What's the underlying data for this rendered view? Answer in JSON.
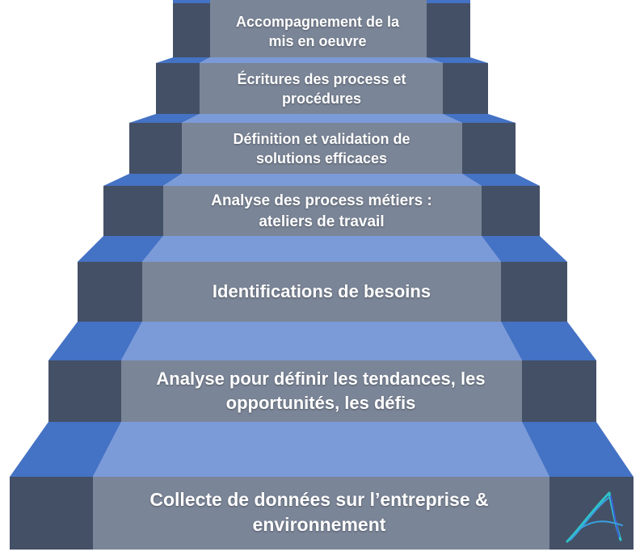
{
  "steps": [
    {
      "line1": "Collecte de données sur l’entreprise &",
      "line2": "environnement"
    },
    {
      "line1": "Analyse pour définir les tendances, les",
      "line2": "opportunités, les défis"
    },
    {
      "line1": "Identifications de besoins",
      "line2": ""
    },
    {
      "line1": "Analyse des process métiers :",
      "line2": "ateliers de travail"
    },
    {
      "line1": "Définition et validation de",
      "line2": "solutions efficaces"
    },
    {
      "line1": "Écritures des process et",
      "line2": "procédures"
    },
    {
      "line1": "Accompagnement de la",
      "line2": "mis en oeuvre"
    }
  ],
  "colors": {
    "riser_face": "#7a8597",
    "riser_side": "#445066",
    "tread_center": "#7b9ad8",
    "tread_side": "#4472c4"
  },
  "logo": {
    "icon": "stylized-a-logo-icon"
  }
}
